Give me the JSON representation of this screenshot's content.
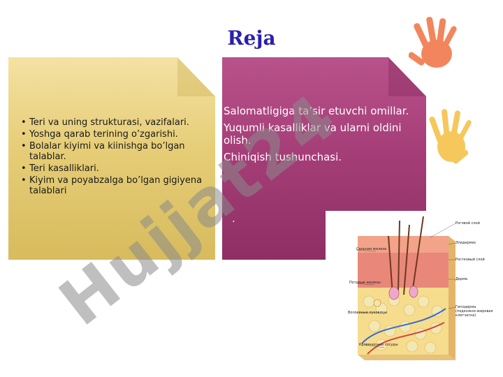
{
  "slide": {
    "title": "Reja",
    "left_items": [
      "Teri va uning strukturasi, vazifalari.",
      "Yoshga qarab terining o’zgarishi.",
      "Bolalar kiyimi va kiinishga bo’lgan talablar.",
      "Teri kasalliklari.",
      " Kiyim va poyabzalga bo’lgan gigiyena talablari"
    ],
    "right_items": [
      "Salomatligiga ta’sir etuvchi omillar.",
      "Yuqumli kasalliklar va ularni oldini olish.",
      "Chiniqish tushunchasi."
    ],
    "right_extra": ".",
    "watermark": "Hujjat24",
    "colors": {
      "title": "#2b1fae",
      "left_panel": "#e6cd77",
      "right_panel": "#a43d77",
      "watermark": "#8a8a8a",
      "hand_orange": "#f2784b",
      "hand_yellow": "#f6c24a"
    },
    "skin_diagram": {
      "labels": [
        "Роговой слой",
        "Сальная железа",
        "Эпидермис",
        "Ростковый слой",
        "Потовые железы",
        "Дерма",
        "Волосяные луковицы",
        "Гиподерма (подкожно-жировая клетчатка)",
        "Кровеносные сосуды"
      ]
    }
  }
}
